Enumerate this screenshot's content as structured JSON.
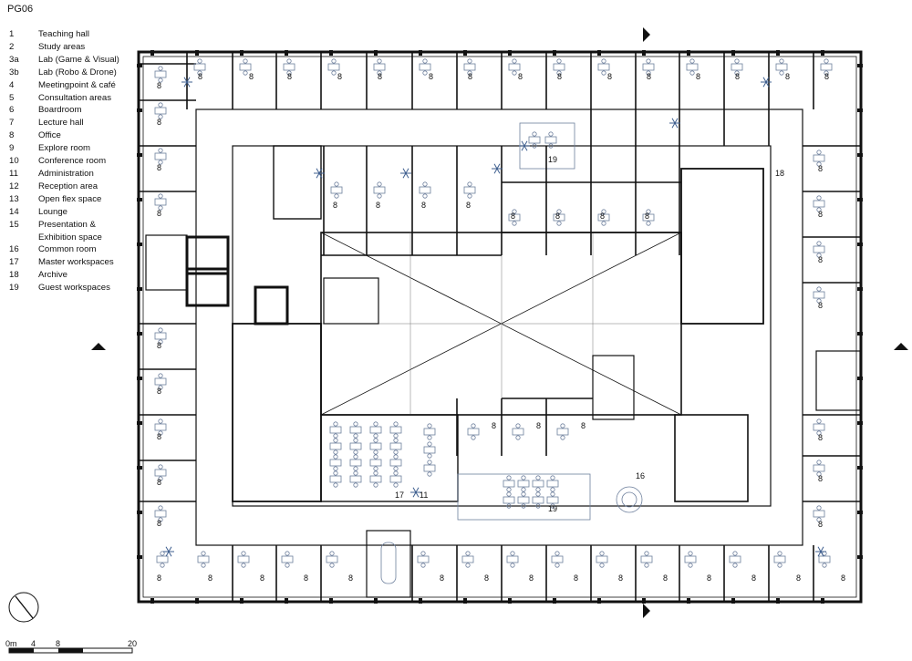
{
  "sheet": {
    "label": "PG06"
  },
  "legend": [
    {
      "num": "1",
      "text": "Teaching hall"
    },
    {
      "num": "2",
      "text": "Study areas"
    },
    {
      "num": "3a",
      "text": "Lab (Game & Visual)"
    },
    {
      "num": "3b",
      "text": "Lab (Robo & Drone)"
    },
    {
      "num": "4",
      "text": "Meetingpoint & café"
    },
    {
      "num": "5",
      "text": "Consultation areas"
    },
    {
      "num": "6",
      "text": "Boardroom"
    },
    {
      "num": "7",
      "text": "Lecture hall"
    },
    {
      "num": "8",
      "text": "Office"
    },
    {
      "num": "9",
      "text": "Explore room"
    },
    {
      "num": "10",
      "text": "Conference room"
    },
    {
      "num": "11",
      "text": "Administration"
    },
    {
      "num": "12",
      "text": "Reception area"
    },
    {
      "num": "13",
      "text": "Open flex space"
    },
    {
      "num": "14",
      "text": "Lounge"
    },
    {
      "num": "15",
      "text": "Presentation &\nExhibition space"
    },
    {
      "num": "16",
      "text": "Common room"
    },
    {
      "num": "17",
      "text": "Master workspaces"
    },
    {
      "num": "18",
      "text": "Archive"
    },
    {
      "num": "19",
      "text": "Guest workspaces"
    }
  ],
  "room_labels": {
    "office": "8",
    "guest_workspaces": "19",
    "archive": "18",
    "master_workspaces": "17",
    "administration": "11",
    "common_room": "16"
  },
  "scale_bar": {
    "labels": [
      "0m",
      "4",
      "8",
      "20"
    ]
  },
  "colors": {
    "line": "#111111",
    "furniture": "#6d7f9c",
    "plant": "#3f5f8f",
    "thin": "#777777"
  }
}
